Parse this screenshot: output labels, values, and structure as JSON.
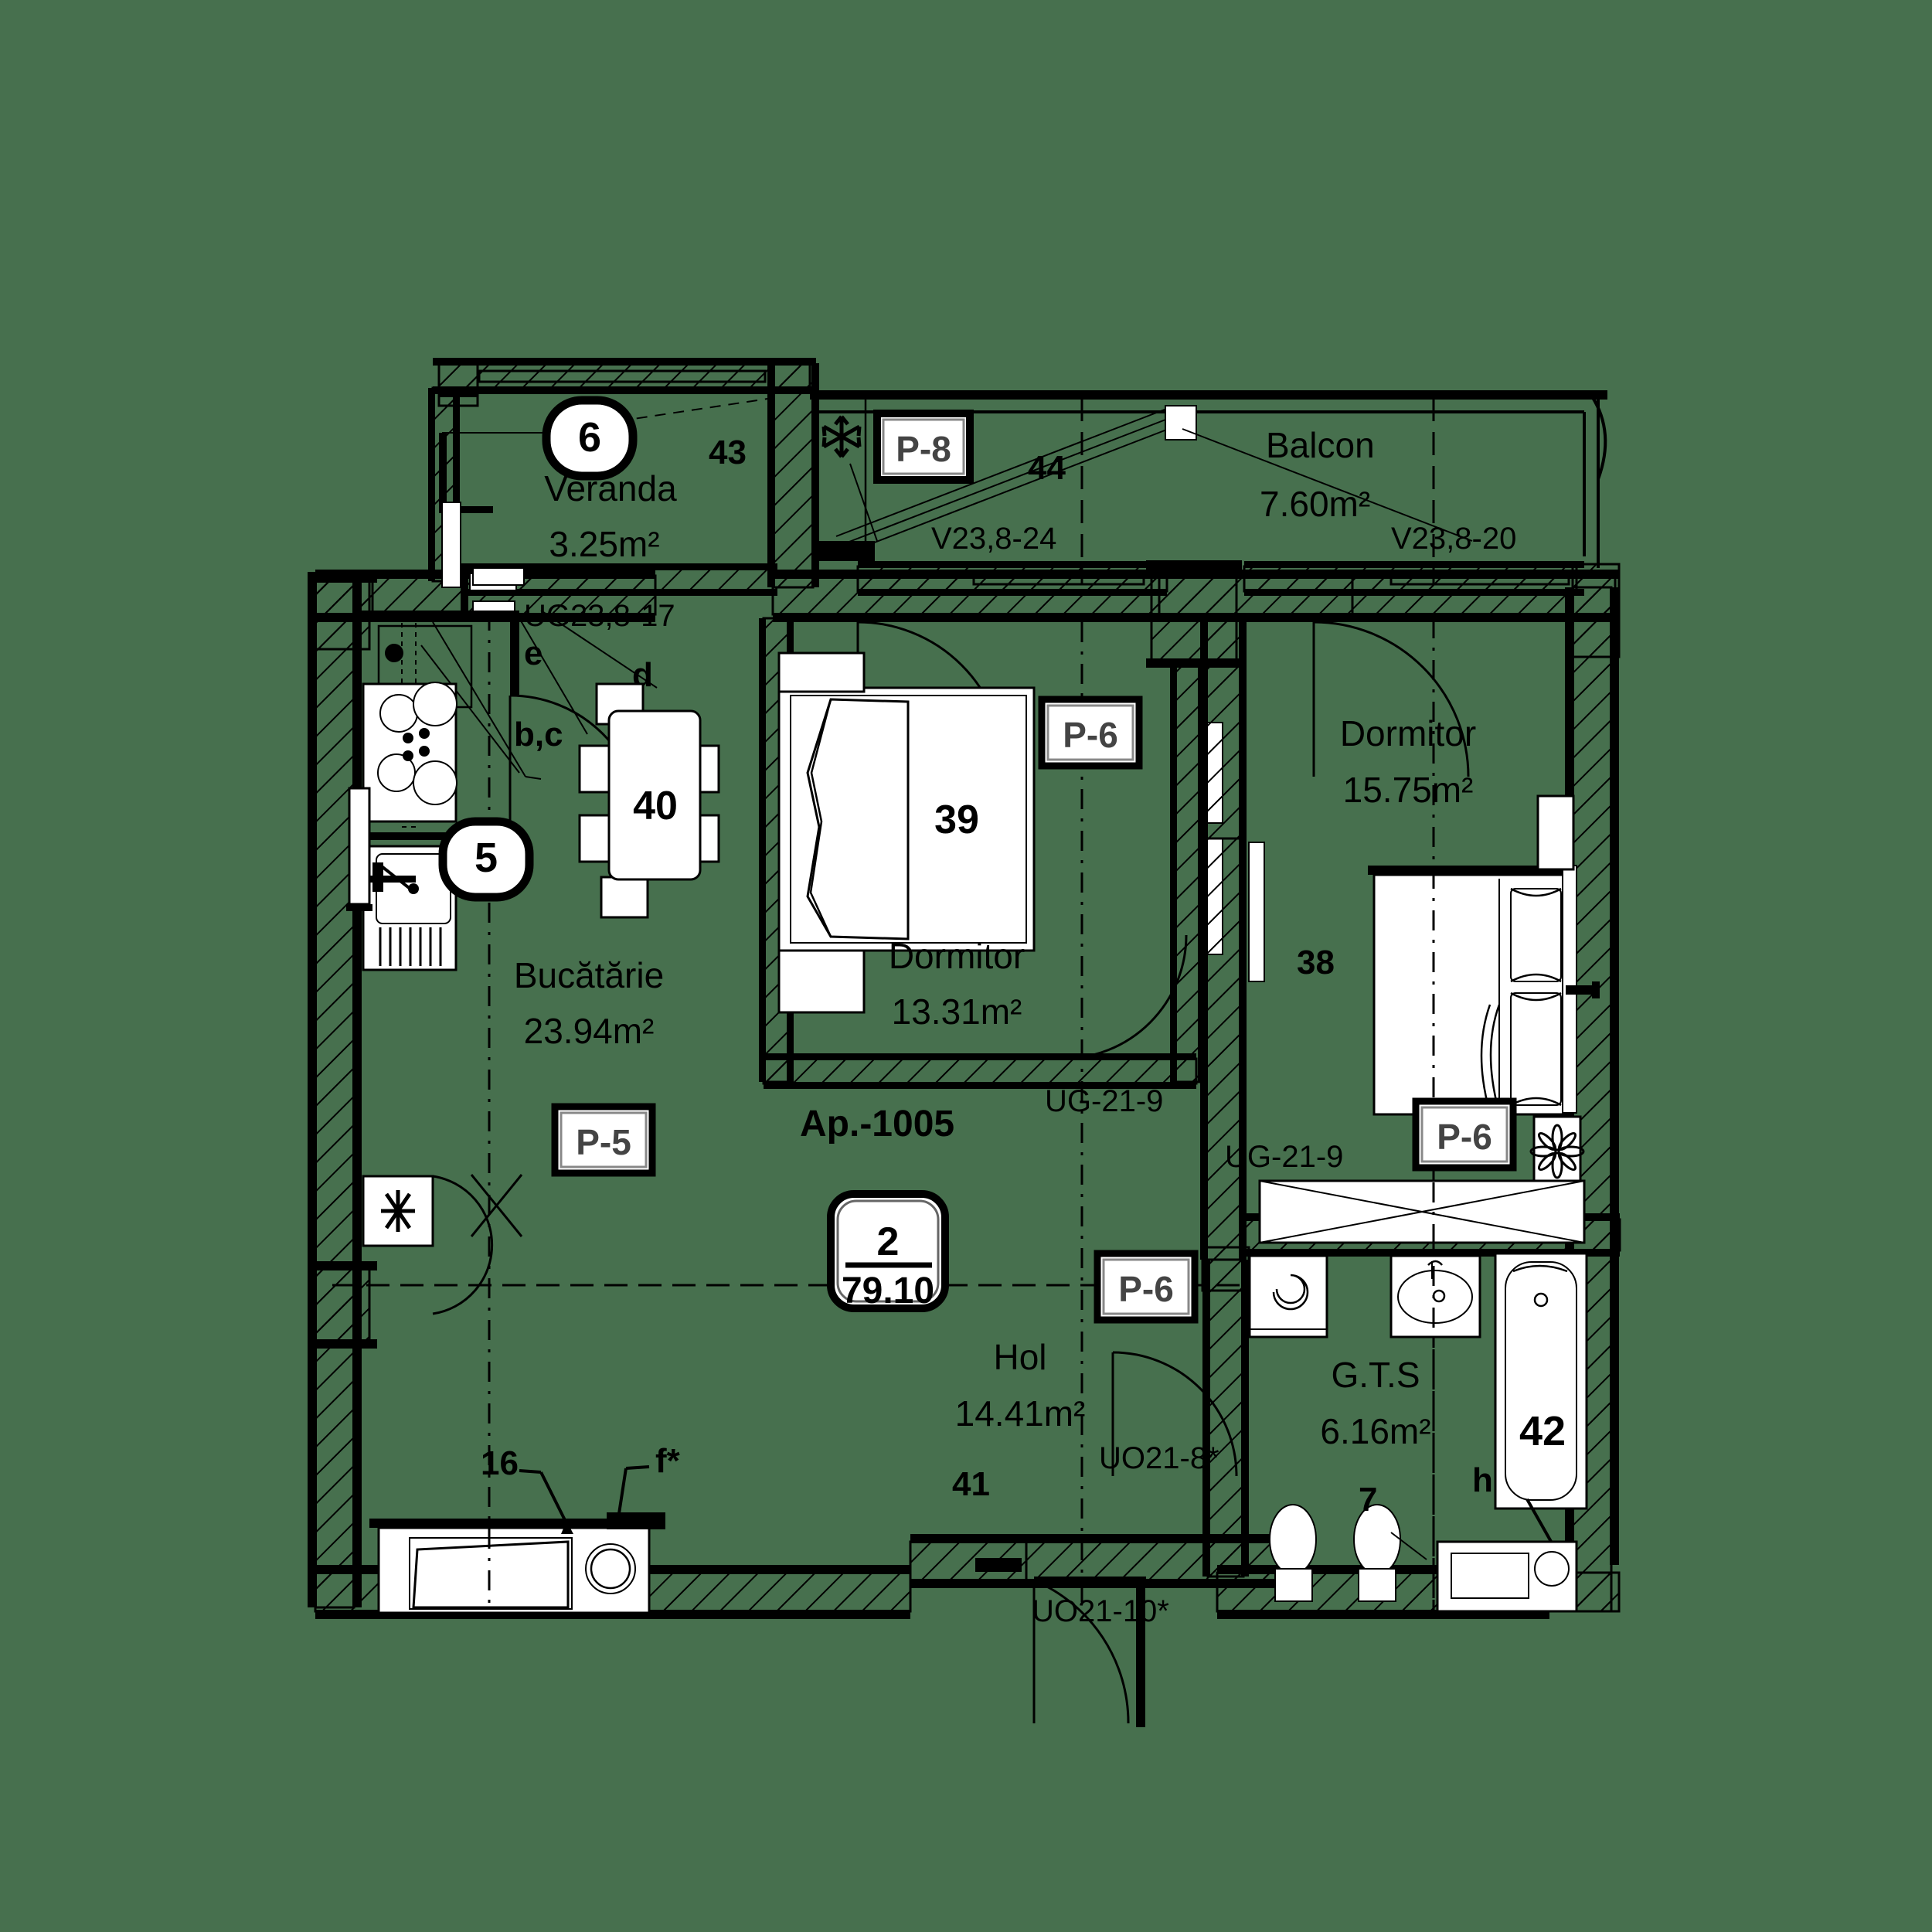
{
  "drawing": {
    "type": "architectural-floor-plan",
    "apartment_label": "Ap.-1005",
    "background_color": "#47704e",
    "line_color": "#000000"
  },
  "badge": {
    "rooms_count": "2",
    "total_area": "79.10"
  },
  "rooms": [
    {
      "id": "veranda",
      "name": "Veranda",
      "area": "3.25m²",
      "marker": "6"
    },
    {
      "id": "balcon",
      "name": "Balcon",
      "area": "7.60m²",
      "marker": ""
    },
    {
      "id": "bucatarie",
      "name": "Bucătărie",
      "area": "23.94m²",
      "marker": "5"
    },
    {
      "id": "dormitor1",
      "name": "Dormitor",
      "area": "13.31m²",
      "marker": ""
    },
    {
      "id": "dormitor2",
      "name": "Dormitor",
      "area": "15.75m²",
      "marker": ""
    },
    {
      "id": "hol",
      "name": "Hol",
      "area": "14.41m²",
      "marker": ""
    },
    {
      "id": "gts",
      "name": "G.T.S",
      "area": "6.16m²",
      "marker": ""
    }
  ],
  "panel_tags": [
    {
      "id": "p8",
      "text": "P-8"
    },
    {
      "id": "p6-bed1",
      "text": "P-6"
    },
    {
      "id": "p6-bed2",
      "text": "P-6"
    },
    {
      "id": "p6-hol",
      "text": "P-6"
    },
    {
      "id": "p5",
      "text": "P-5"
    }
  ],
  "window_tags": [
    {
      "id": "v238-24",
      "text": "V23,8-24"
    },
    {
      "id": "v238-20",
      "text": "V23,8-20"
    },
    {
      "id": "ug238-17",
      "text": "UG23,8-17"
    },
    {
      "id": "ug21-9-a",
      "text": "UG-21-9"
    },
    {
      "id": "ug21-9-b",
      "text": "UG-21-9"
    },
    {
      "id": "uo21-8",
      "text": "UO21-8*"
    },
    {
      "id": "uo21-10",
      "text": "UO21-10*"
    }
  ],
  "item_numbers": [
    {
      "id": "n43",
      "text": "43"
    },
    {
      "id": "n44",
      "text": "44"
    },
    {
      "id": "n40",
      "text": "40"
    },
    {
      "id": "n39",
      "text": "39"
    },
    {
      "id": "n38",
      "text": "38"
    },
    {
      "id": "n42",
      "text": "42"
    },
    {
      "id": "n41",
      "text": "41"
    },
    {
      "id": "n16",
      "text": "16"
    },
    {
      "id": "n7",
      "text": "7"
    }
  ],
  "letter_tags": [
    {
      "id": "e",
      "text": "e"
    },
    {
      "id": "d",
      "text": "d"
    },
    {
      "id": "bc",
      "text": "b,c"
    },
    {
      "id": "f",
      "text": "f*"
    },
    {
      "id": "h",
      "text": "h"
    }
  ],
  "section_markers": [
    {
      "id": "m6",
      "text": "6"
    },
    {
      "id": "m5",
      "text": "5"
    }
  ]
}
